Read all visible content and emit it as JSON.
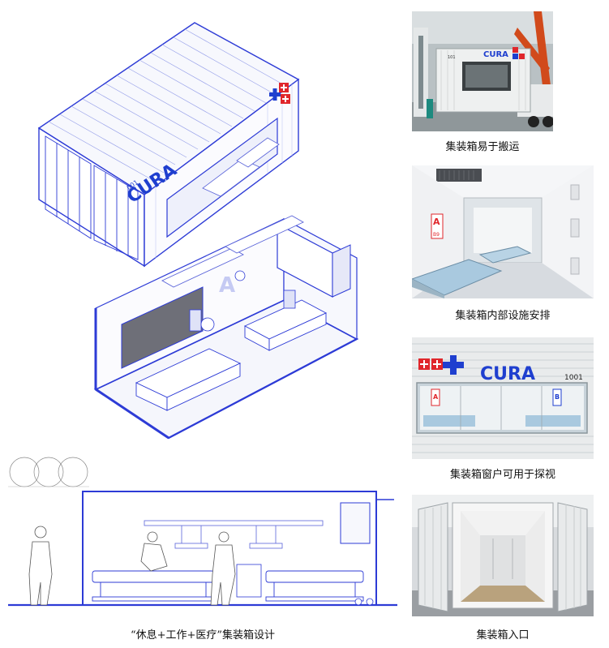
{
  "drawing": {
    "container_label": "CURA",
    "container_number": "001",
    "ward_label": "A"
  },
  "photos": [
    {
      "caption": "集装箱易于搬运",
      "logo_text": "CURA",
      "number": "101"
    },
    {
      "caption": "集装箱内部设施安排",
      "sign_letter": "A",
      "sign_code": "B9"
    },
    {
      "caption": "集装箱窗户可用于探视",
      "logo_text": "CURA",
      "number": "1001",
      "sign_a": "A",
      "sign_b": "B"
    },
    {
      "caption": "集装箱入口"
    }
  ],
  "section_caption": "“休息+工作+医疗”集装箱设计",
  "colors": {
    "line_blue": "#2d3bd6",
    "cross_red": "#e0262b",
    "cross_blue": "#1f3fcf"
  }
}
